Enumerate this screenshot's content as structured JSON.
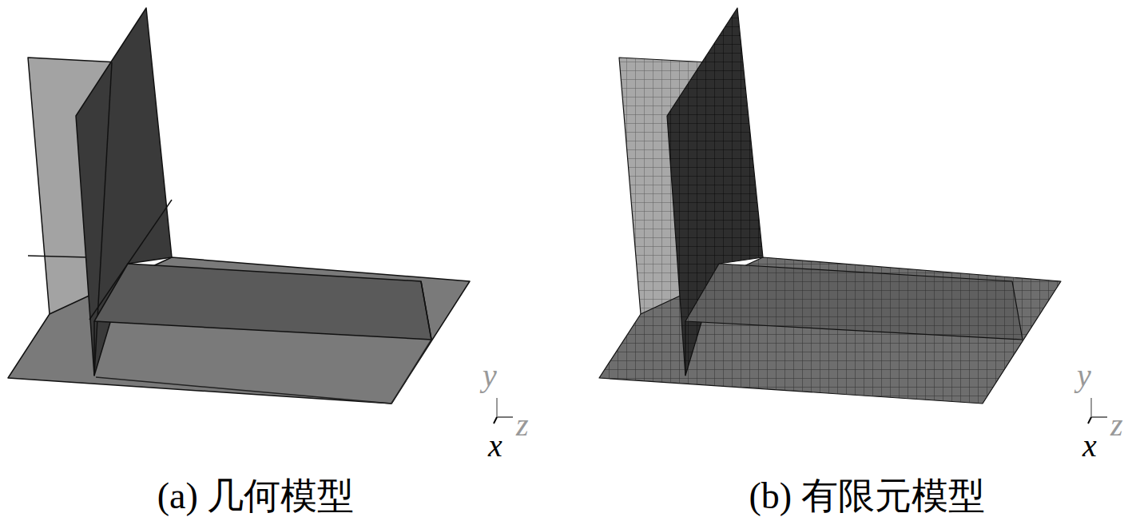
{
  "diagram": {
    "labels": [
      "y",
      "z",
      "x",
      "y",
      "z",
      "x",
      "(a) 几何模型",
      "(b) 有限元模型"
    ]
  }
}
